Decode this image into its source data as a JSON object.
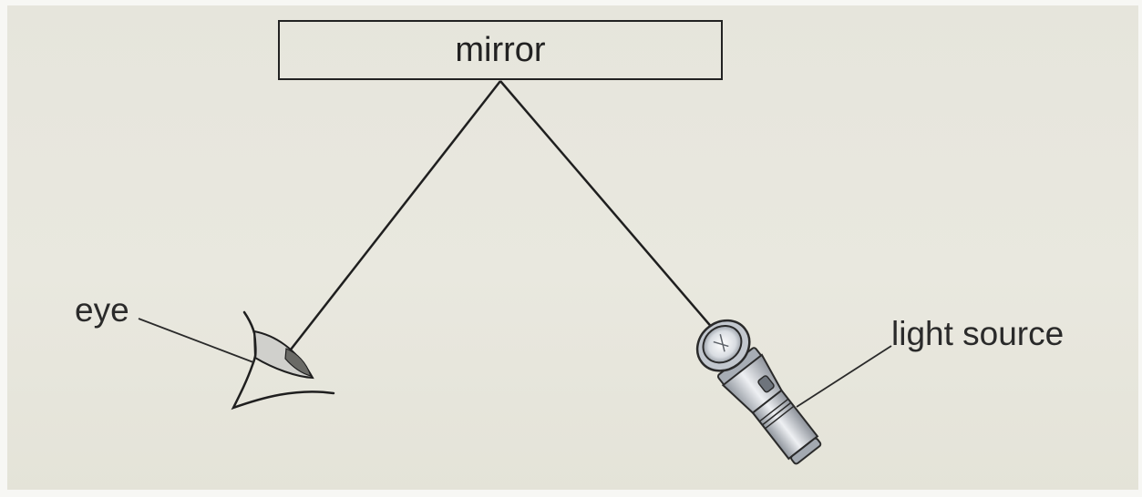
{
  "diagram": {
    "mirror_label": "mirror",
    "eye_label": "eye",
    "light_source_label": "light source"
  },
  "colors": {
    "paper": "#e7e6dd",
    "line": "#222222",
    "flashlight_body": "#b9bec6"
  },
  "icons": {
    "eye": "eye-icon",
    "light_source": "flashlight-icon"
  }
}
